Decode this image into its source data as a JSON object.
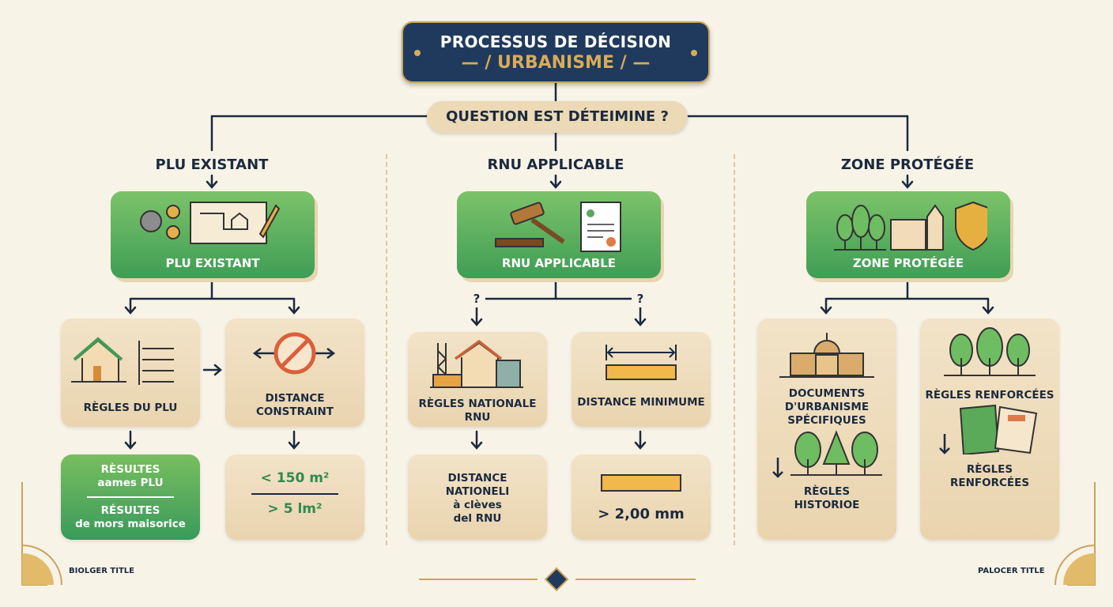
{
  "title": {
    "line1": "PROCESSUS DE DÉCISION",
    "line2": "— / URBANISME / —"
  },
  "question": "QUESTION EST DÉTEIMINE ?",
  "colors": {
    "navy": "#1f3a5c",
    "gold": "#d8ab5a",
    "green": "#4fa85a",
    "beige": "#ecd9b6",
    "background": "#f8f3e7"
  },
  "columns": [
    {
      "heading": "PLU EXISTANT",
      "card_label": "PLU EXISTANT",
      "icons": [
        "gears-icon",
        "blueprint-icon",
        "pencil-icon"
      ],
      "sub": [
        {
          "label": "RÈGLES DU PLU",
          "icon": "house-rules-icon",
          "result": {
            "line1": "RÈSULTES",
            "line2": "aames PLU",
            "line3": "RÉSULTES",
            "line4": "de mors maisorice"
          }
        },
        {
          "label": "DISTANCE CONSTRAINT",
          "icon": "no-distance-icon",
          "result": {
            "line1": "< 150 m²",
            "line2": "> 5 lm²"
          }
        }
      ]
    },
    {
      "heading": "RNU APPLICABLE",
      "card_label": "RNU APPLICABLE",
      "icons": [
        "gavel-icon",
        "document-icon"
      ],
      "question_mark": "?",
      "sub": [
        {
          "label": "RÈGLES NATIONALE RNU",
          "icon": "construction-house-icon",
          "result": {
            "line1": "DISTANCE",
            "line2": "NATIONELI",
            "line3": "à clèves",
            "line4": "del RNU"
          }
        },
        {
          "label": "DISTANCE MINIMUME",
          "icon": "ruler-icon",
          "result": {
            "line1": "> 2,00 mm"
          }
        }
      ]
    },
    {
      "heading": "ZONE PROTÉGÉE",
      "card_label": "ZONE PROTÉGÉE",
      "icons": [
        "trees-icon",
        "historic-building-icon",
        "shield-icon"
      ],
      "sub": [
        {
          "label": "DOCUMENTS D'URBANISME SPÉCIFIQUES",
          "icon": "capitol-icon",
          "result": {
            "line1": "RÈGLES",
            "line2": "HISTORIOE"
          }
        },
        {
          "label": "RÈGLES RENFORCÉES",
          "icon": "trees-icon",
          "result": {
            "line1": "RÈGLES",
            "line2": "RENFORCÉES"
          }
        }
      ]
    }
  ],
  "footer": {
    "left": "BIOLGER TITLE",
    "right": "PALOCER TITLE"
  }
}
